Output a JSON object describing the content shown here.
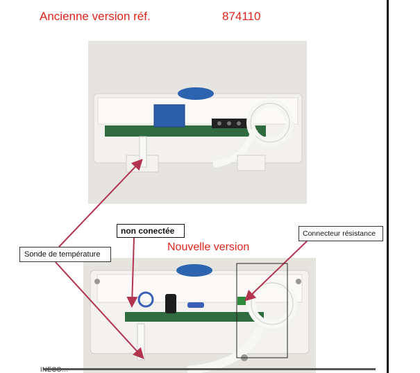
{
  "header": {
    "title_old": "Ancienne version réf.",
    "ref_number": "874110"
  },
  "labels": {
    "new_version": "Nouvelle version",
    "temperature_probe": "Sonde de température",
    "not_connected": "non conectée",
    "resistance_connector": "Connecteur résistance"
  },
  "footer": {
    "truncated_text": "INECO..."
  },
  "colors": {
    "title_red": "#e0241c",
    "arrow_crimson": "#b2344f",
    "pcb_green": "#2f6b3e",
    "relay_blue": "#2a5ea8"
  }
}
